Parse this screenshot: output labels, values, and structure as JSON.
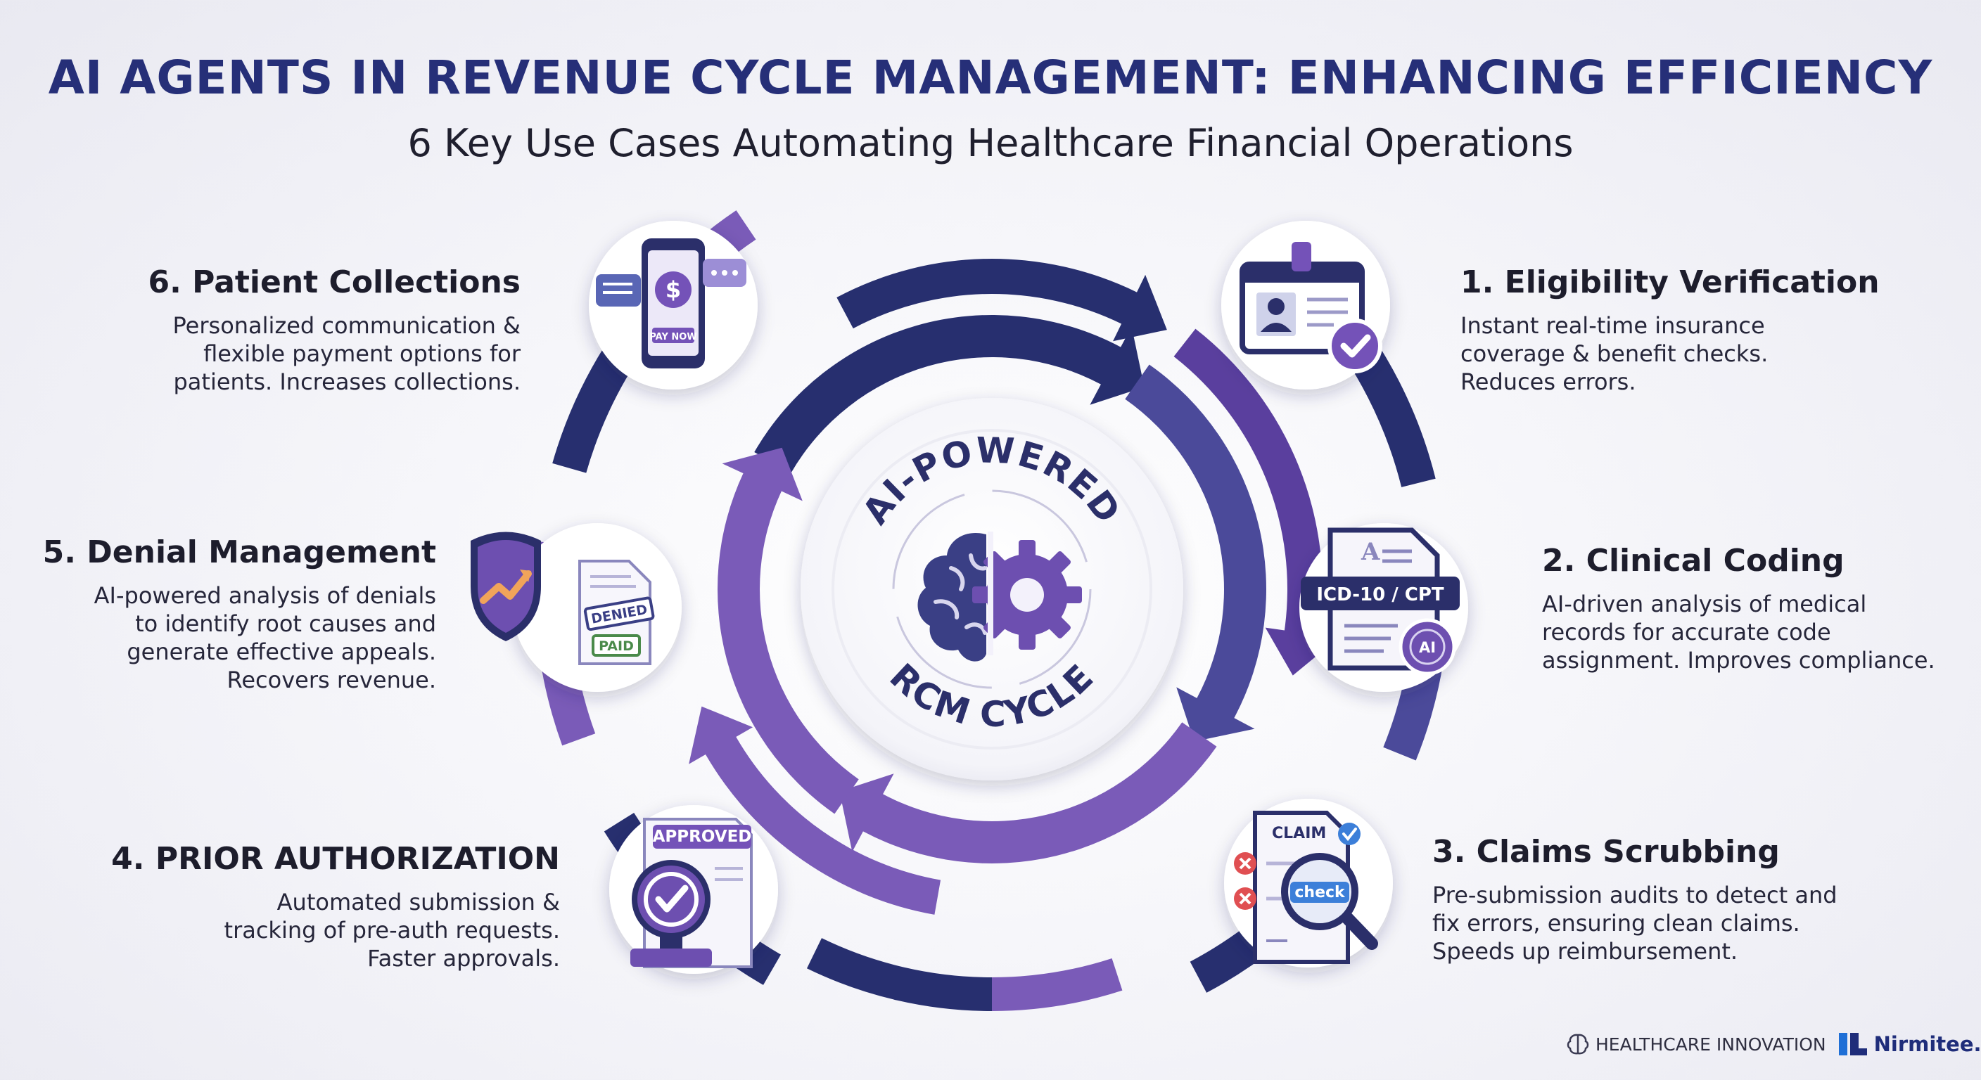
{
  "header": {
    "title": "AI AGENTS IN REVENUE CYCLE MANAGEMENT: ENHANCING EFFICIENCY",
    "subtitle": "6 Key Use Cases Automating Healthcare Financial Operations"
  },
  "center": {
    "arc_top": "AI-POWERED",
    "arc_bottom": "RCM CYCLE"
  },
  "steps": [
    {
      "id": "eligibility",
      "heading": "1. Eligibility Verification",
      "lines": [
        "Instant real-time insurance",
        "coverage & benefit checks.",
        "Reduces errors."
      ],
      "icon": "id-badge-check-icon"
    },
    {
      "id": "coding",
      "heading": "2. Clinical Coding",
      "lines": [
        "AI-driven analysis of medical",
        "records for accurate code",
        "assignment. Improves compliance."
      ],
      "icon": "document-ai-chip-icon",
      "badge": "ICD-10 / CPT",
      "chip": "AI"
    },
    {
      "id": "claims",
      "heading": "3. Claims Scrubbing",
      "lines": [
        "Pre-submission audits to detect and",
        "fix errors, ensuring clean claims.",
        "Speeds up reimbursement."
      ],
      "icon": "claim-magnifier-icon",
      "doc_label": "CLAIM",
      "lens_label": "check"
    },
    {
      "id": "prior-auth",
      "heading": "4. PRIOR AUTHORIZATION",
      "lines": [
        "Automated submission &",
        "tracking of pre-auth requests.",
        "Faster approvals."
      ],
      "icon": "approval-stamp-icon",
      "stamp_label": "APPROVED"
    },
    {
      "id": "denial",
      "heading": "5. Denial Management",
      "lines": [
        "AI-powered analysis of denials",
        "to identify root causes and",
        "generate effective appeals.",
        "Recovers revenue."
      ],
      "icon": "shield-trend-icon",
      "stamp_label": "DENIED",
      "paid_label": "PAID"
    },
    {
      "id": "collections",
      "heading": "6. Patient Collections",
      "lines": [
        "Personalized communication &",
        "flexible payment options for",
        "patients. Increases collections."
      ],
      "icon": "phone-payment-icon",
      "button_label": "PAY NOW"
    }
  ],
  "footer": {
    "org": "HEALTHCARE INNOVATION",
    "brand": "Nirmitee.io"
  },
  "colors": {
    "navy": "#272f6f",
    "indigo": "#4b4a9a",
    "purple": "#7a5bb8",
    "title": "#262f78"
  }
}
